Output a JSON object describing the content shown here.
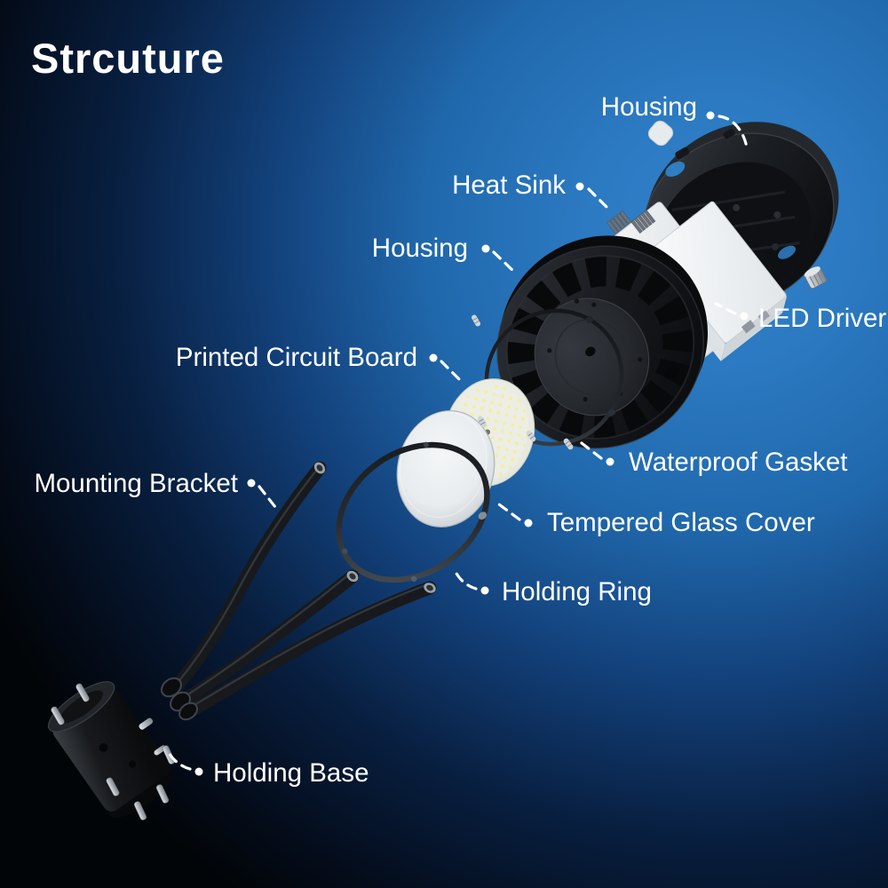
{
  "title": "Strcuture",
  "colors": {
    "background_accent_blue": "#2e7ec7",
    "background_dark": "#04090f",
    "label_text": "#ffffff",
    "part_dark": "#17191c",
    "part_white": "#f2f5f6",
    "led_dot_yellow": "#f3eea5"
  },
  "labels": {
    "housing_top": "Housing",
    "heat_sink": "Heat Sink",
    "housing_side": "Housing",
    "led_driver": "LED Driver",
    "printed_circuit_board": "Printed Circuit Board",
    "waterproof_gasket": "Waterproof Gasket",
    "mounting_bracket": "Mounting Bracket",
    "tempered_glass_cover": "Tempered Glass Cover",
    "holding_ring": "Holding Ring",
    "holding_base": "Holding Base"
  }
}
